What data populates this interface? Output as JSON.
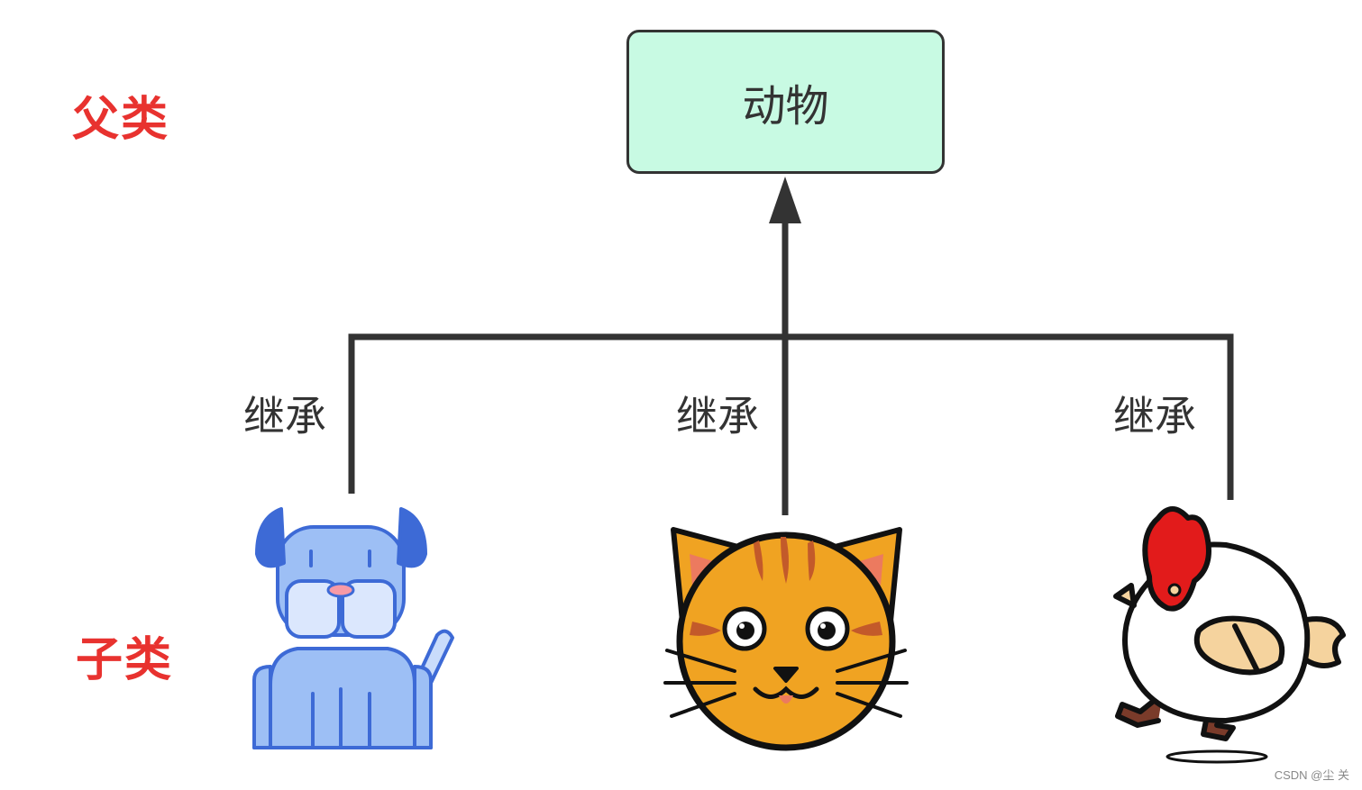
{
  "labels": {
    "parent_side": "父类",
    "child_side": "子类",
    "parent_node": "动物",
    "edge_dog": "继承",
    "edge_cat": "继承",
    "edge_chicken": "继承"
  },
  "watermark": "CSDN @尘  关",
  "colors": {
    "accent_red": "#e8322f",
    "parent_fill": "#c8fae3",
    "line": "#333333",
    "dog": "#9dbff5",
    "cat": "#f0a322",
    "chicken_comb": "#e21b1b"
  },
  "icons": [
    "dog-icon",
    "cat-icon",
    "chicken-icon"
  ]
}
